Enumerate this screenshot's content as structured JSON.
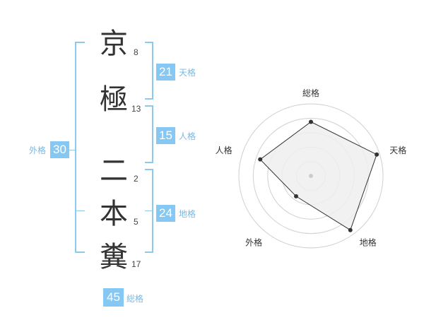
{
  "name": {
    "chars": [
      {
        "char": "京",
        "strokes": "8"
      },
      {
        "char": "極",
        "strokes": "13"
      },
      {
        "char": "二",
        "strokes": "2"
      },
      {
        "char": "本",
        "strokes": "5"
      },
      {
        "char": "糞",
        "strokes": "17"
      }
    ]
  },
  "kakusu": {
    "tenkaku": {
      "value": "21",
      "label": "天格"
    },
    "jinkaku": {
      "value": "15",
      "label": "人格"
    },
    "chikaku": {
      "value": "24",
      "label": "地格"
    },
    "gaikaku": {
      "value": "30",
      "label": "外格"
    },
    "soukaku": {
      "value": "45",
      "label": "総格"
    }
  },
  "chart_data": {
    "type": "radar",
    "axes": [
      "総格",
      "天格",
      "地格",
      "外格",
      "人格"
    ],
    "values": [
      0.75,
      0.96,
      0.93,
      0.35,
      0.74
    ],
    "rings": 4,
    "colors": {
      "fill": "#eeeeee",
      "ring": "#d0d0d0",
      "line": "#333333",
      "point": "#333333",
      "center": "#cccccc"
    }
  }
}
